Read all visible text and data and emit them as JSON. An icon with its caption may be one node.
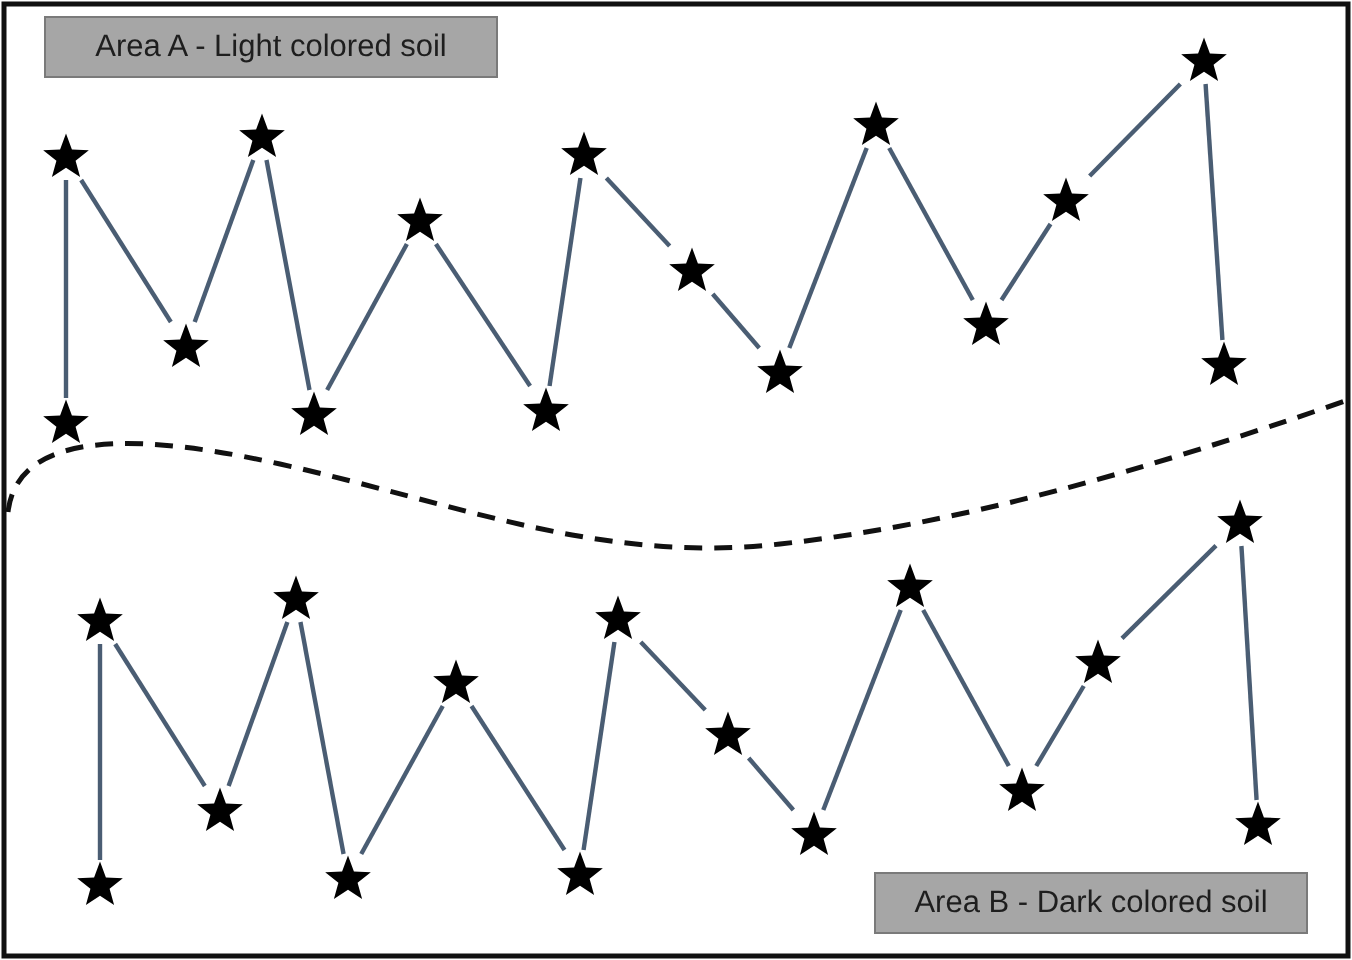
{
  "diagram": {
    "nodes": [
      {
        "text": [
          "Area A - Light colored soil"
        ]
      },
      {
        "text": [],
        "shape": "star"
      },
      {
        "text": [],
        "shape": "star"
      },
      {
        "text": [],
        "shape": "star"
      },
      {
        "text": [],
        "shape": "star"
      },
      {
        "text": [],
        "shape": "star"
      },
      {
        "text": [],
        "shape": "star"
      },
      {
        "text": [],
        "shape": "star"
      },
      {
        "text": [],
        "shape": "star"
      },
      {
        "text": [],
        "shape": "star"
      },
      {
        "text": [],
        "shape": "star"
      },
      {
        "text": [],
        "shape": "star"
      },
      {
        "text": [],
        "shape": "star"
      },
      {
        "text": [],
        "shape": "star"
      },
      {
        "text": [],
        "shape": "star"
      },
      {
        "text": [],
        "shape": "star"
      },
      {
        "text": [],
        "shape": "star"
      },
      {
        "text": [],
        "shape": "star"
      },
      {
        "text": [],
        "shape": "star"
      },
      {
        "text": [],
        "shape": "star"
      },
      {
        "text": [],
        "shape": "star"
      },
      {
        "text": [],
        "shape": "star"
      },
      {
        "text": [],
        "shape": "star"
      },
      {
        "text": [],
        "shape": "star"
      },
      {
        "text": [],
        "shape": "star"
      },
      {
        "text": [],
        "shape": "star"
      },
      {
        "text": [],
        "shape": "star"
      },
      {
        "text": [],
        "shape": "star"
      },
      {
        "text": [],
        "shape": "star"
      },
      {
        "text": [],
        "shape": "star"
      },
      {
        "text": [],
        "shape": "star"
      },
      {
        "text": [
          "Area B - Dark colored soil"
        ]
      }
    ],
    "edges": [
      {
        "from": 1,
        "to": 2,
        "arrow": "none"
      },
      {
        "from": 2,
        "to": 3,
        "arrow": "none"
      },
      {
        "from": 3,
        "to": 4,
        "arrow": "none"
      },
      {
        "from": 4,
        "to": 5,
        "arrow": "none"
      },
      {
        "from": 5,
        "to": 6,
        "arrow": "none"
      },
      {
        "from": 6,
        "to": 7,
        "arrow": "none"
      },
      {
        "from": 7,
        "to": 8,
        "arrow": "none"
      },
      {
        "from": 8,
        "to": 9,
        "arrow": "none"
      },
      {
        "from": 9,
        "to": 10,
        "arrow": "none"
      },
      {
        "from": 10,
        "to": 11,
        "arrow": "none"
      },
      {
        "from": 11,
        "to": 12,
        "arrow": "none"
      },
      {
        "from": 12,
        "to": 13,
        "arrow": "none"
      },
      {
        "from": 13,
        "to": 14,
        "arrow": "none"
      },
      {
        "from": 14,
        "to": 15,
        "arrow": "none"
      },
      {
        "from": 16,
        "to": 17,
        "arrow": "none"
      },
      {
        "from": 17,
        "to": 18,
        "arrow": "none"
      },
      {
        "from": 18,
        "to": 19,
        "arrow": "none"
      },
      {
        "from": 19,
        "to": 20,
        "arrow": "none"
      },
      {
        "from": 20,
        "to": 21,
        "arrow": "none"
      },
      {
        "from": 21,
        "to": 22,
        "arrow": "none"
      },
      {
        "from": 22,
        "to": 23,
        "arrow": "none"
      },
      {
        "from": 23,
        "to": 24,
        "arrow": "none"
      },
      {
        "from": 24,
        "to": 25,
        "arrow": "none"
      },
      {
        "from": 25,
        "to": 26,
        "arrow": "none"
      },
      {
        "from": 26,
        "to": 27,
        "arrow": "none"
      },
      {
        "from": 27,
        "to": 28,
        "arrow": "none"
      },
      {
        "from": 28,
        "to": 29,
        "arrow": "none"
      },
      {
        "from": 29,
        "to": 30,
        "arrow": "none"
      }
    ]
  }
}
